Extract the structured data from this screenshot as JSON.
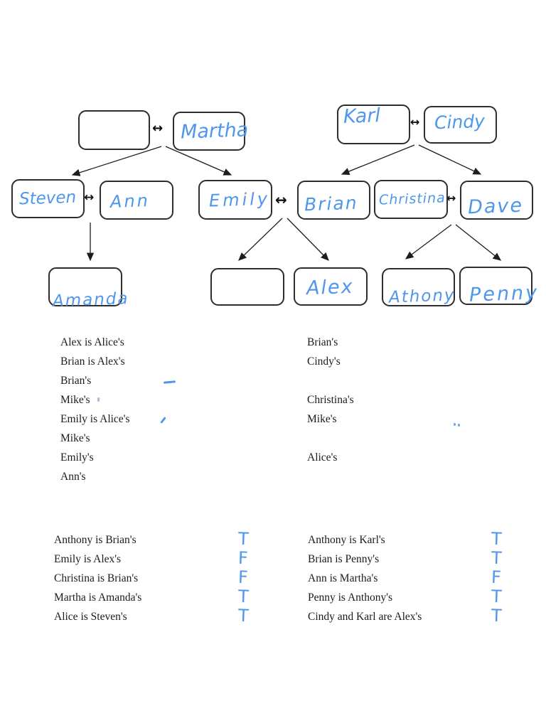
{
  "ink": {
    "color": "#4f97ec",
    "line_color": "#1d1d1d"
  },
  "tree": {
    "nodes": [
      {
        "name": "grandmother-blank",
        "label": ""
      },
      {
        "name": "martha",
        "label": "Martha"
      },
      {
        "name": "karl",
        "label": "Karl"
      },
      {
        "name": "cindy",
        "label": "Cindy"
      },
      {
        "name": "steven",
        "label": "Steven"
      },
      {
        "name": "ann",
        "label": "Ann"
      },
      {
        "name": "emily",
        "label": "Emily"
      },
      {
        "name": "brian",
        "label": "Brian"
      },
      {
        "name": "christina",
        "label": "Christina"
      },
      {
        "name": "dave",
        "label": "Dave"
      },
      {
        "name": "amanda",
        "label": "Amanda"
      },
      {
        "name": "child-blank",
        "label": ""
      },
      {
        "name": "alex",
        "label": "Alex"
      },
      {
        "name": "anthony",
        "label": "Athony"
      },
      {
        "name": "penny",
        "label": "Penny"
      }
    ],
    "spouse_arrow": "↔"
  },
  "fill_in": {
    "left": [
      "Alex is Alice's",
      "Brian is Alex's",
      "Brian's",
      "Mike's",
      "Emily is Alice's",
      "Mike's",
      "Emily's",
      "Ann's"
    ],
    "right": [
      "Brian's",
      "Cindy's",
      "",
      "Christina's",
      "Mike's",
      "",
      "Alice's",
      ""
    ]
  },
  "true_false": {
    "left": [
      {
        "statement": "Anthony is Brian's",
        "answer": "T"
      },
      {
        "statement": "Emily is Alex's",
        "answer": "F"
      },
      {
        "statement": "Christina is Brian's",
        "answer": "F"
      },
      {
        "statement": "Martha is Amanda's",
        "answer": "T"
      },
      {
        "statement": "Alice is Steven's",
        "answer": "T"
      }
    ],
    "right": [
      {
        "statement": "Anthony is Karl's",
        "answer": "T"
      },
      {
        "statement": "Brian is Penny's",
        "answer": "T"
      },
      {
        "statement": "Ann is Martha's",
        "answer": "F"
      },
      {
        "statement": "Penny is Anthony's",
        "answer": "T"
      },
      {
        "statement": "Cindy and Karl are Alex's",
        "answer": "T"
      }
    ]
  }
}
